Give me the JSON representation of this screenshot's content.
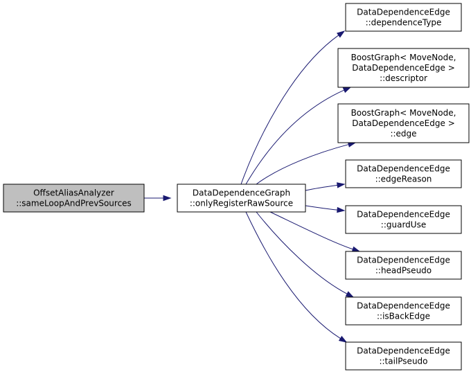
{
  "edge_color": "#191970",
  "highlight_fill": "#bfbfbf",
  "nodes": [
    {
      "id": "caller",
      "lines": [
        "OffsetAliasAnalyzer",
        "::sameLoopAndPrevSources"
      ],
      "highlight": true
    },
    {
      "id": "graph",
      "lines": [
        "DataDependenceGraph",
        "::onlyRegisterRawSource"
      ],
      "highlight": false
    },
    {
      "id": "dependenceType",
      "lines": [
        "DataDependenceEdge",
        "::dependenceType"
      ],
      "highlight": false
    },
    {
      "id": "descriptor",
      "lines": [
        "BoostGraph< MoveNode,",
        "DataDependenceEdge >",
        "::descriptor"
      ],
      "highlight": false
    },
    {
      "id": "edge",
      "lines": [
        "BoostGraph< MoveNode,",
        "DataDependenceEdge >",
        "::edge"
      ],
      "highlight": false
    },
    {
      "id": "edgeReason",
      "lines": [
        "DataDependenceEdge",
        "::edgeReason"
      ],
      "highlight": false
    },
    {
      "id": "guardUse",
      "lines": [
        "DataDependenceEdge",
        "::guardUse"
      ],
      "highlight": false
    },
    {
      "id": "headPseudo",
      "lines": [
        "DataDependenceEdge",
        "::headPseudo"
      ],
      "highlight": false
    },
    {
      "id": "isBackEdge",
      "lines": [
        "DataDependenceEdge",
        "::isBackEdge"
      ],
      "highlight": false
    },
    {
      "id": "tailPseudo",
      "lines": [
        "DataDependenceEdge",
        "::tailPseudo"
      ],
      "highlight": false
    }
  ],
  "edges": [
    {
      "from": "caller",
      "to": "graph"
    },
    {
      "from": "graph",
      "to": "dependenceType"
    },
    {
      "from": "graph",
      "to": "descriptor"
    },
    {
      "from": "graph",
      "to": "edge"
    },
    {
      "from": "graph",
      "to": "edgeReason"
    },
    {
      "from": "graph",
      "to": "guardUse"
    },
    {
      "from": "graph",
      "to": "headPseudo"
    },
    {
      "from": "graph",
      "to": "isBackEdge"
    },
    {
      "from": "graph",
      "to": "tailPseudo"
    }
  ]
}
